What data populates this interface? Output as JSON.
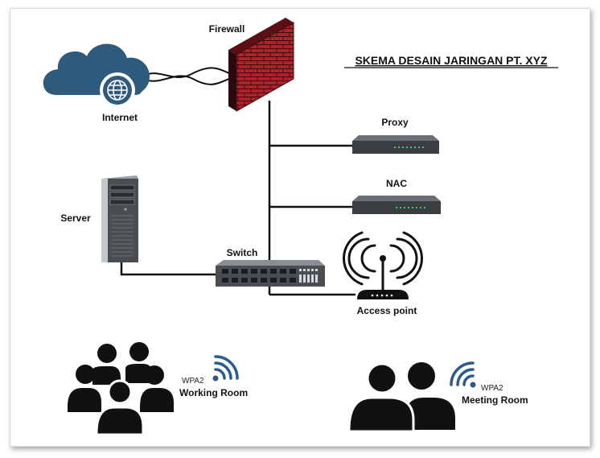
{
  "title": "SKEMA DESAIN JARINGAN PT. XYZ",
  "nodes": {
    "internet": "Internet",
    "firewall": "Firewall",
    "proxy": "Proxy",
    "nac": "NAC",
    "server": "Server",
    "switch": "Switch",
    "access_point": "Access point"
  },
  "rooms": {
    "working": {
      "name": "Working Room",
      "security": "WPA2"
    },
    "meeting": {
      "name": "Meeting Room",
      "security": "WPA2"
    }
  },
  "colors": {
    "cloud": "#2e5a7e",
    "firewall_brick": "#b0212b",
    "firewall_mortar": "#3a0b10",
    "device_dark": "#3a3d41",
    "wifi": "#2d5a8c",
    "line": "#111111"
  }
}
